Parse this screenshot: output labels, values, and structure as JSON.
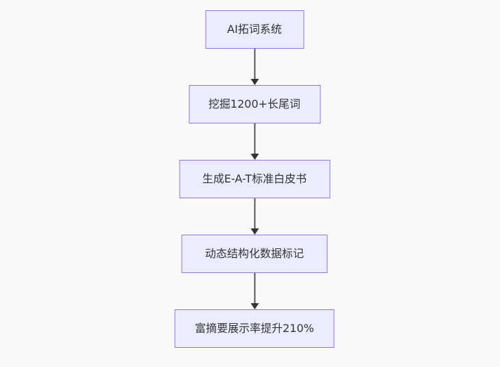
{
  "diagram": {
    "type": "flowchart",
    "direction": "top-down",
    "nodes": [
      {
        "id": "n1",
        "label": "AI拓词系统"
      },
      {
        "id": "n2",
        "label": "挖掘1200+长尾词"
      },
      {
        "id": "n3",
        "label": "生成E-A-T标准白皮书"
      },
      {
        "id": "n4",
        "label": "动态结构化数据标记"
      },
      {
        "id": "n5",
        "label": "富摘要展示率提升210%"
      }
    ],
    "edges": [
      {
        "from": "n1",
        "to": "n2"
      },
      {
        "from": "n2",
        "to": "n3"
      },
      {
        "from": "n3",
        "to": "n4"
      },
      {
        "from": "n4",
        "to": "n5"
      }
    ],
    "colors": {
      "background": "#fafafa",
      "node_fill": "#ECECFF",
      "node_border": "#9370DB",
      "node_text": "#333333",
      "edge_line": "#555555",
      "edge_head": "#333333"
    }
  }
}
